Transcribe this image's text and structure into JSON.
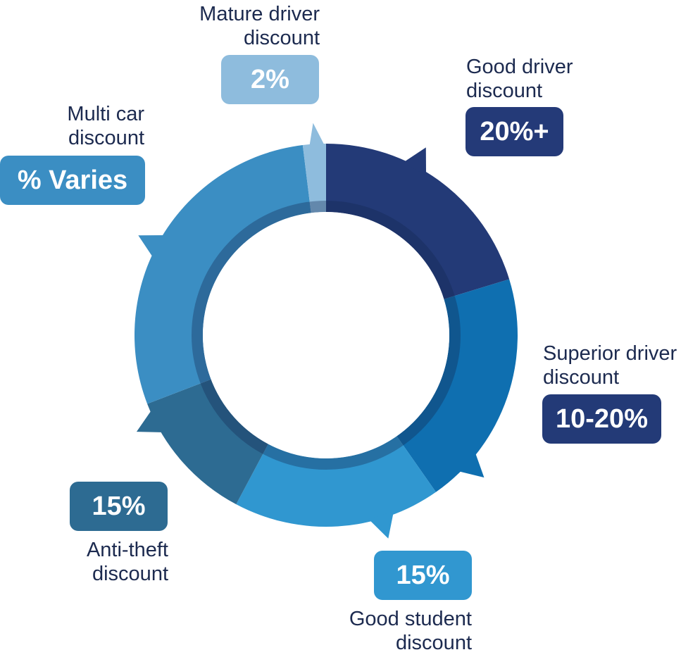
{
  "segments": [
    {
      "id": "good-driver",
      "title_lines": [
        "Good driver",
        "discount"
      ],
      "value": "20%+",
      "color": "#233a77",
      "badge_color": "#243a78"
    },
    {
      "id": "superior-driver",
      "title_lines": [
        "Superior driver",
        "discount"
      ],
      "value": "10-20%",
      "color": "#0f6fb0",
      "badge_color": "#233a77"
    },
    {
      "id": "good-student",
      "title_lines": [
        "Good student",
        "discount"
      ],
      "value": "15%",
      "color": "#3097d0",
      "badge_color": "#3197d0"
    },
    {
      "id": "anti-theft",
      "title_lines": [
        "Anti-theft",
        "discount"
      ],
      "value": "15%",
      "color": "#2d6b92",
      "badge_color": "#2d6b92"
    },
    {
      "id": "multi-car",
      "title_lines": [
        "Multi car",
        "discount"
      ],
      "value": "% Varies",
      "color": "#3b8ec3",
      "badge_color": "#3b8ec3"
    },
    {
      "id": "mature-driver",
      "title_lines": [
        "Mature driver",
        "discount"
      ],
      "value": "2%",
      "color": "#8ebcdd",
      "badge_color": "#8ebcdd"
    }
  ]
}
